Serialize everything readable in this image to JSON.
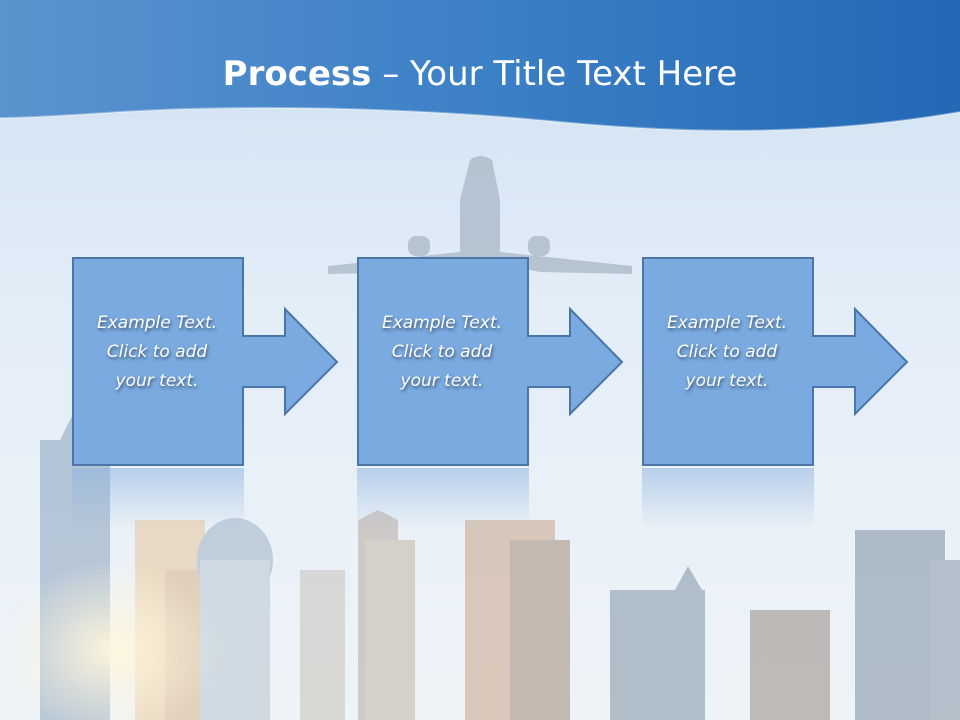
{
  "title": {
    "bold_part": "Process",
    "separator": " – ",
    "rest": "Your Title Text Here"
  },
  "steps": [
    {
      "lines": [
        "Example Text.",
        "Click  to add",
        "your text."
      ]
    },
    {
      "lines": [
        "Example Text.",
        "Click  to add",
        "your text."
      ]
    },
    {
      "lines": [
        "Example Text.",
        "Click  to add",
        "your text."
      ]
    }
  ],
  "colors": {
    "header": "#2a6fba",
    "box_fill": "#7aaae0",
    "box_border": "#4a76a8",
    "sky": "#dbe8f5"
  }
}
